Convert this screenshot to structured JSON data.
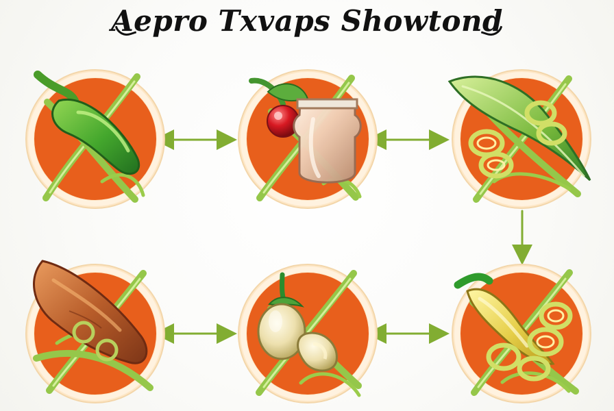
{
  "title": "Aepro Txvaps Showtond",
  "stages": [
    {
      "id": "green-pepper",
      "label": "Green pepper"
    },
    {
      "id": "cherry-jar",
      "label": "Cherry and jar"
    },
    {
      "id": "leaf-rings",
      "label": "Leaf and rings"
    },
    {
      "id": "dried-pepper",
      "label": "Dried pepper"
    },
    {
      "id": "pale-fruit",
      "label": "Pale fruit"
    },
    {
      "id": "yellow-pepper",
      "label": "Yellow pepper"
    }
  ],
  "colors": {
    "stage_disk": "#e85f1c",
    "stage_border": "#fde7c7",
    "vine": "#95c74a",
    "connector": "#82ad32",
    "background": "#fbfbf9",
    "title": "#111111"
  }
}
